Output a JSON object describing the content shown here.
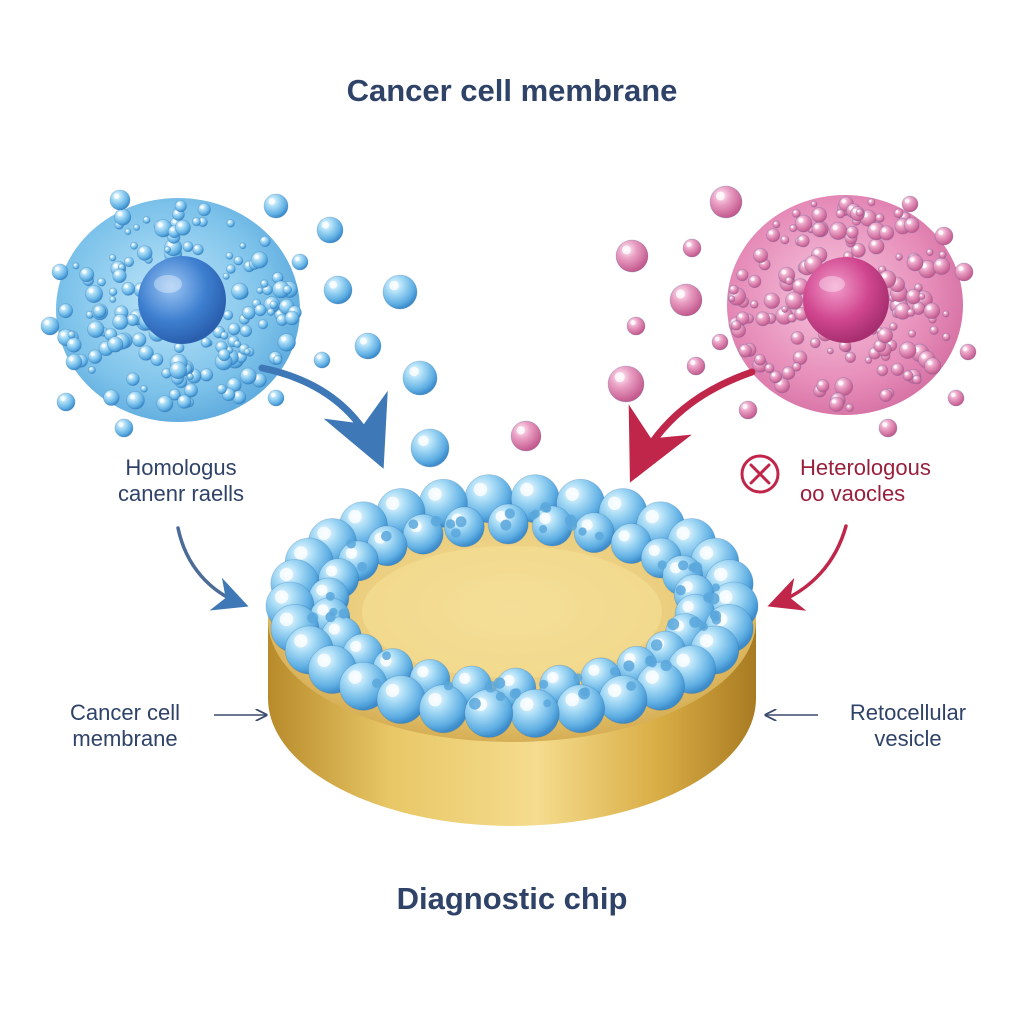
{
  "labels": {
    "top_title": "Cancer cell membrane",
    "bottom_title": "Diagnostic chip",
    "homologous_line1": "Homologus",
    "homologous_line2": "canenr raells",
    "heterologous_line1": "Heterologous",
    "heterologous_line2": "oo vaocles",
    "membrane_line1": "Cancer cell",
    "membrane_line2": "membrane",
    "vesicle_line1": "Retocellular",
    "vesicle_line2": "vesicle"
  },
  "icons": {
    "reject": "x-circle-icon"
  },
  "colors": {
    "text_navy": "#2f4268",
    "text_red": "#9a1f3c",
    "blue_cell": "#7cc2ea",
    "blue_nucleus": "#3e7fd0",
    "pink_cell": "#e68bb8",
    "pink_nucleus": "#d0468f",
    "chip_gold": "#e3c469",
    "arrow_blue": "#3f78b6",
    "arrow_red": "#c0264a"
  }
}
